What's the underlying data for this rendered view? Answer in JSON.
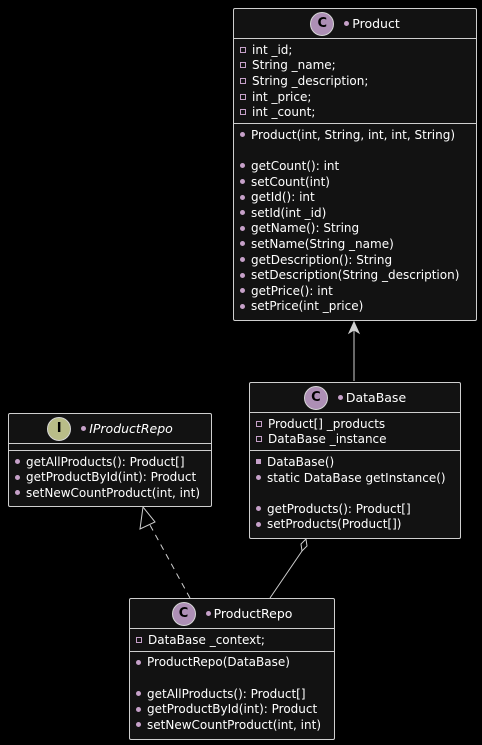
{
  "product": {
    "name": "Product",
    "badge": "C",
    "fields": [
      "int _id;",
      "String _name;",
      "String _description;",
      "int _price;",
      "int _count;"
    ],
    "ctor": [
      "Product(int, String, int, int, String)"
    ],
    "methods": [
      "getCount(): int",
      "setCount(int)",
      "getId(): int",
      "setId(int _id)",
      "getName(): String",
      "setName(String _name)",
      "getDescription(): String",
      "setDescription(String _description)",
      "getPrice(): int",
      "setPrice(int _price)"
    ]
  },
  "database": {
    "name": "DataBase",
    "badge": "C",
    "fields": [
      "Product[] _products",
      "DataBase _instance"
    ],
    "ctor": [
      "DataBase()",
      "static DataBase getInstance()"
    ],
    "methods": [
      "getProducts(): Product[]",
      "setProducts(Product[])"
    ]
  },
  "iproductrepo": {
    "name": "IProductRepo",
    "badge": "I",
    "methods": [
      "getAllProducts(): Product[]",
      "getProductById(int): Product",
      "setNewCountProduct(int, int)"
    ]
  },
  "productrepo": {
    "name": "ProductRepo",
    "badge": "C",
    "fields": [
      "DataBase _context;"
    ],
    "ctor": [
      "ProductRepo(DataBase)"
    ],
    "methods": [
      "getAllProducts(): Product[]",
      "getProductById(int): Product",
      "setNewCountProduct(int, int)"
    ]
  },
  "colors": {
    "background": "#000000",
    "box": "#121212",
    "border": "#cfcfcf",
    "class_badge": "#ad8fb5",
    "interface_badge": "#b9bd88",
    "visibility": "#c6a1c9"
  }
}
